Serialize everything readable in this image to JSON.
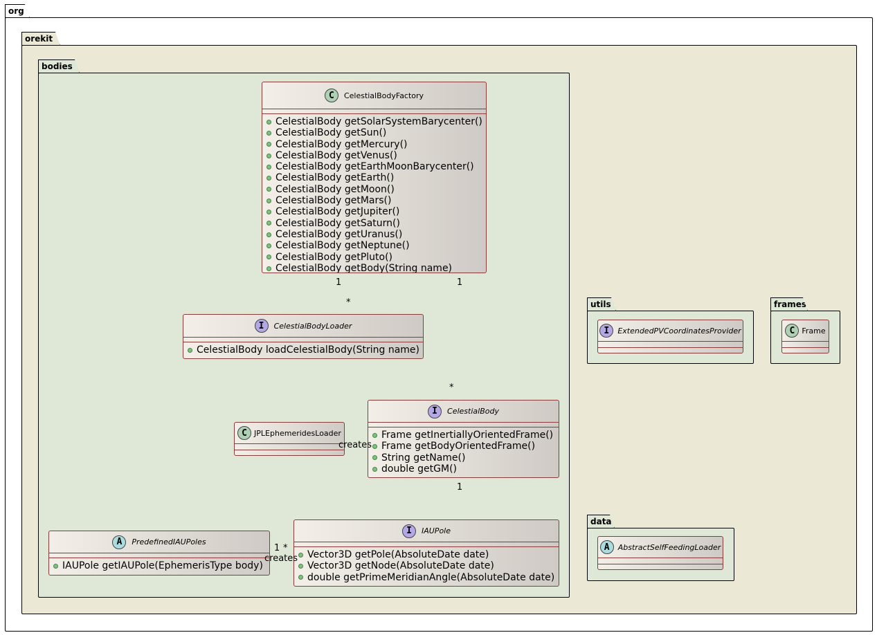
{
  "packages": {
    "org": "org",
    "orekit": "orekit",
    "bodies": "bodies",
    "utils": "utils",
    "frames": "frames",
    "data": "data"
  },
  "colors": {
    "org_bg": "#ffffff",
    "orekit_bg": "#ebe8d6",
    "sub_bg": "#dfe8d6",
    "arrow": "#6b1a1a",
    "badge_class": "#add1b2",
    "badge_interface": "#b4a7e5",
    "badge_abstract": "#a9dcdf"
  },
  "classes": {
    "factory": {
      "name": "CelestialBodyFactory",
      "badge": "C",
      "methods": [
        "CelestialBody getSolarSystemBarycenter()",
        "CelestialBody getSun()",
        "CelestialBody getMercury()",
        "CelestialBody getVenus()",
        "CelestialBody getEarthMoonBarycenter()",
        "CelestialBody getEarth()",
        "CelestialBody getMoon()",
        "CelestialBody getMars()",
        "CelestialBody getJupiter()",
        "CelestialBody getSaturn()",
        "CelestialBody getUranus()",
        "CelestialBody getNeptune()",
        "CelestialBody getPluto()",
        "CelestialBody getBody(String name)"
      ]
    },
    "loader": {
      "name": "CelestialBodyLoader",
      "badge": "I",
      "methods": [
        "CelestialBody loadCelestialBody(String name)"
      ]
    },
    "jpl": {
      "name": "JPLEphemeridesLoader",
      "badge": "C",
      "methods": []
    },
    "body": {
      "name": "CelestialBody",
      "badge": "I",
      "methods": [
        "Frame getInertiallyOrientedFrame()",
        "Frame getBodyOrientedFrame()",
        "String getName()",
        "double getGM()"
      ]
    },
    "poles": {
      "name": "PredefinedIAUPoles",
      "badge": "A",
      "methods": [
        "IAUPole getIAUPole(EphemerisType body)"
      ]
    },
    "pole": {
      "name": "IAUPole",
      "badge": "I",
      "methods": [
        "Vector3D getPole(AbsoluteDate date)",
        "Vector3D getNode(AbsoluteDate date)",
        "double getPrimeMeridianAngle(AbsoluteDate date)"
      ]
    },
    "pv": {
      "name": "ExtendedPVCoordinatesProvider",
      "badge": "I",
      "methods": []
    },
    "frame": {
      "name": "Frame",
      "badge": "C",
      "methods": []
    },
    "asfl": {
      "name": "AbstractSelfFeedingLoader",
      "badge": "A",
      "methods": []
    }
  },
  "labels": {
    "f_loader_one": "1",
    "f_loader_many": "*",
    "f_body_one": "1",
    "f_body_many": "*",
    "creates_body": "creates",
    "body_pole_one": "1",
    "poles_one": "1",
    "poles_many": "*",
    "creates_pole": "creates"
  }
}
